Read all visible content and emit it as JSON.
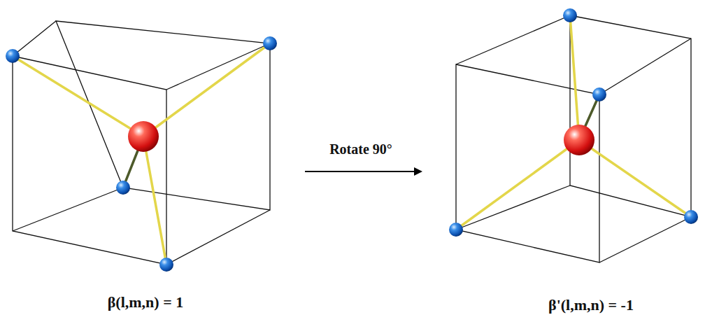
{
  "diagram": {
    "labels": [
      "Rotate 90°",
      "β(l,m,n) = 1",
      "β'(l,m,n) = -1"
    ]
  }
}
